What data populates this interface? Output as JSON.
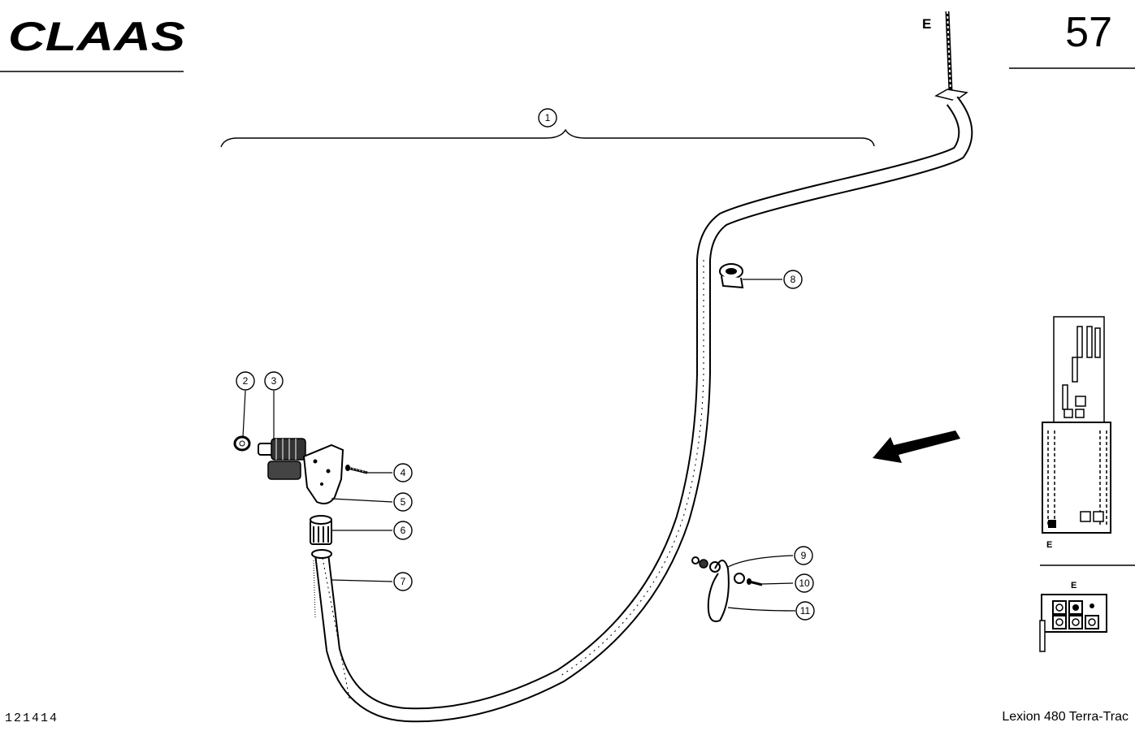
{
  "header": {
    "brand": "CLAAS",
    "page_number": "57",
    "sheet_letter": "E"
  },
  "footer": {
    "ref_code": "121414",
    "model": "Lexion 480 Terra-Trac"
  },
  "callouts": [
    {
      "label": "1"
    },
    {
      "label": "2"
    },
    {
      "label": "3"
    },
    {
      "label": "4"
    },
    {
      "label": "5"
    },
    {
      "label": "6"
    },
    {
      "label": "7"
    },
    {
      "label": "8"
    },
    {
      "label": "9"
    },
    {
      "label": "10"
    },
    {
      "label": "11"
    }
  ],
  "locator": {
    "upper_label": "E",
    "lower_label": "E"
  }
}
